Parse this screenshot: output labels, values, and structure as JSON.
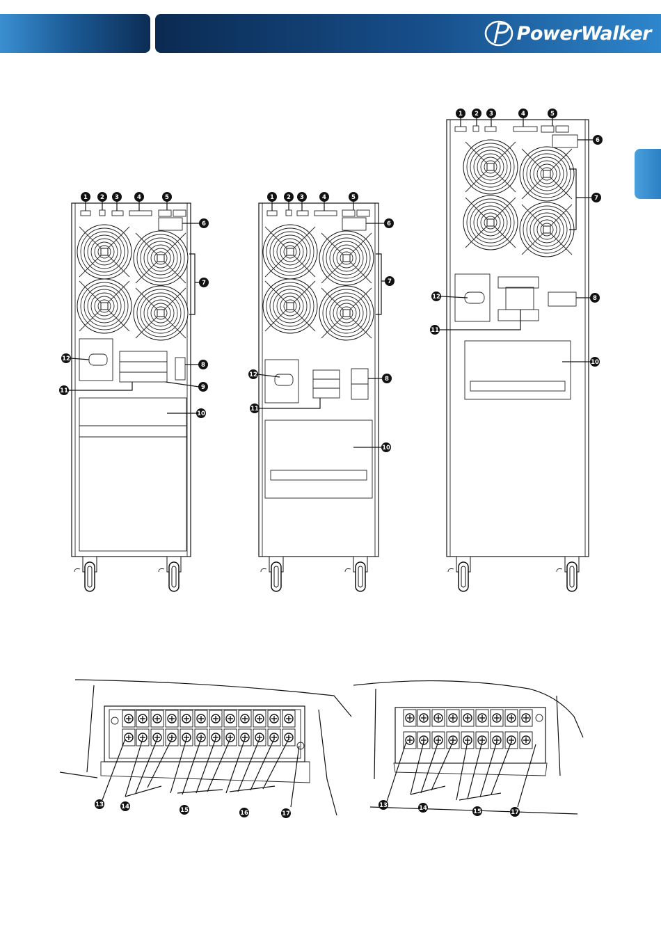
{
  "header": {
    "brand_name": "PowerWalker"
  },
  "figure": {
    "callout_numbers": [
      "1",
      "2",
      "3",
      "4",
      "5",
      "6",
      "7",
      "8",
      "9",
      "10",
      "11",
      "12",
      "13",
      "14",
      "15",
      "16",
      "17"
    ]
  },
  "colors": {
    "header_dark": "#0b2a52",
    "header_light": "#2e86cc",
    "tab_blue": "#2b7fc4",
    "line": "#111111"
  }
}
